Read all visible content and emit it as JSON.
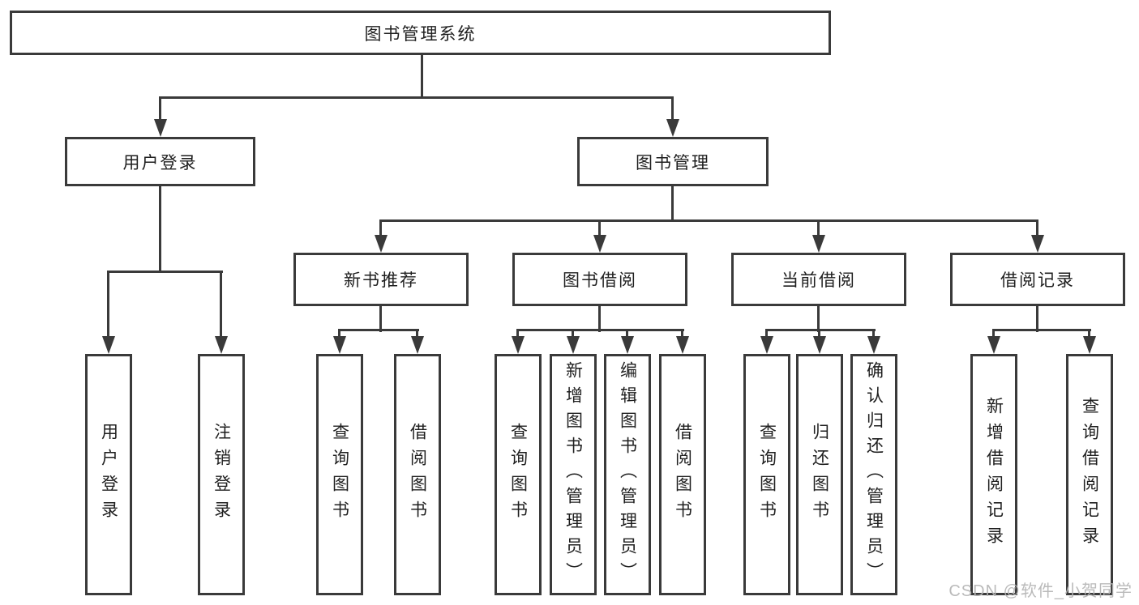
{
  "diagram_type": "tree",
  "colors": {
    "background": "#ffffff",
    "line": "#3a3a3a",
    "text": "#1f1f1f",
    "watermark": "#b5b5b5"
  },
  "tree": {
    "label": "图书管理系统",
    "children": [
      {
        "label": "用户登录",
        "children": [
          {
            "label": "用户登录"
          },
          {
            "label": "注销登录"
          }
        ]
      },
      {
        "label": "图书管理",
        "children": [
          {
            "label": "新书推荐",
            "children": [
              {
                "label": "查询图书"
              },
              {
                "label": "借阅图书"
              }
            ]
          },
          {
            "label": "图书借阅",
            "children": [
              {
                "label": "查询图书"
              },
              {
                "label": "新增图书（管理员）"
              },
              {
                "label": "编辑图书（管理员）"
              },
              {
                "label": "借阅图书"
              }
            ]
          },
          {
            "label": "当前借阅",
            "children": [
              {
                "label": "查询图书"
              },
              {
                "label": "归还图书"
              },
              {
                "label": "确认归还（管理员）"
              }
            ]
          },
          {
            "label": "借阅记录",
            "children": [
              {
                "label": "新增借阅记录"
              },
              {
                "label": "查询借阅记录"
              }
            ]
          }
        ]
      }
    ]
  },
  "watermark": {
    "text": "CSDN @软件_小贺同学"
  }
}
